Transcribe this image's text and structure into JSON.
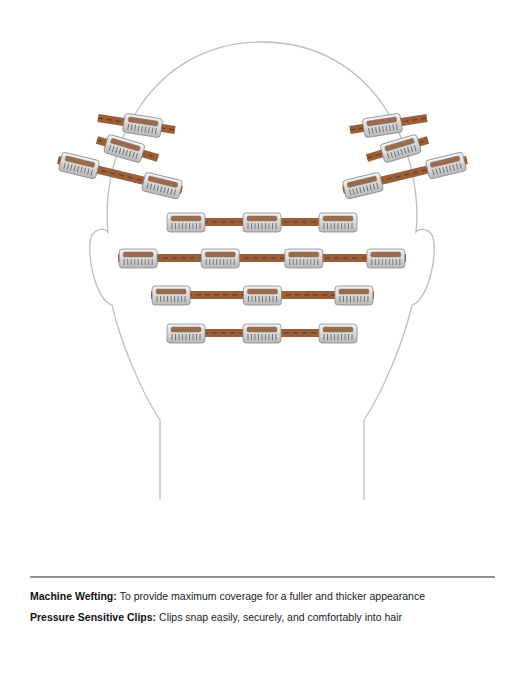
{
  "diagram": {
    "labels": [
      "Machine Wefting:",
      "To provide maximum coverage for a fuller and thicker appearance",
      "Pressure Sensitive Clips:",
      "Clips snap easily, securely, and comfortably into hair"
    ]
  }
}
